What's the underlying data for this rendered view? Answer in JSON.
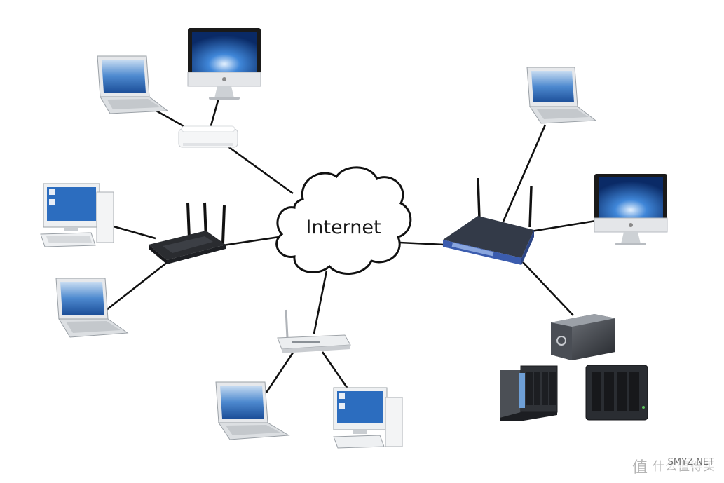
{
  "cloud": {
    "label": "Internet"
  },
  "watermark": {
    "mark": "值",
    "chinese": "什么值得买",
    "english": "SMYZ.NET"
  },
  "colors": {
    "link": "#111111",
    "screen": "#2f6fc0",
    "router_blue": "#3b5cae",
    "nas_dark": "#2b2e33"
  }
}
